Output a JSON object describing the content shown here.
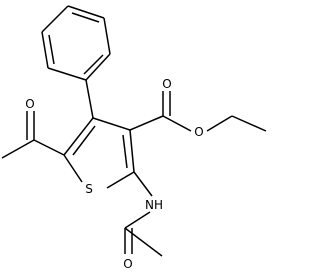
{
  "atoms": {
    "ring_sulfur": "S",
    "ester_carbonyl_oxygen": "O",
    "ester_ether_oxygen": "O",
    "acetyl_oxygen": "O",
    "amide_nitrogen": "NH",
    "amide_oxygen": "O"
  },
  "colors": {
    "bond": "#000000",
    "background": "#ffffff"
  }
}
